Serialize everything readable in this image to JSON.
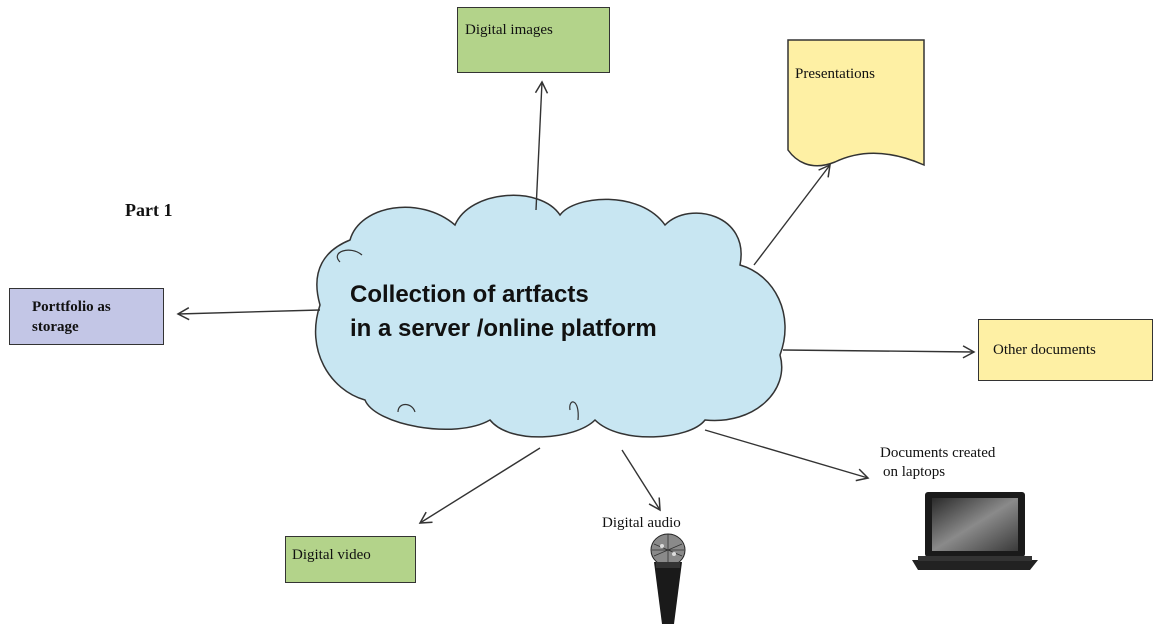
{
  "part_label": "Part 1",
  "center": {
    "line1": "Collection of artfacts",
    "line2": "in a server /online platform"
  },
  "nodes": {
    "digital_images": "Digital images",
    "presentations": "Presentations",
    "portfolio_line1": "Porttfolio as",
    "portfolio_line2": "storage",
    "other_documents": "Other documents",
    "laptop_line1": "Documents created",
    "laptop_line2": "on laptops",
    "digital_audio": "Digital audio",
    "digital_video": "Digital video"
  },
  "colors": {
    "cloud": "#c8e6f2",
    "green": "#b3d38a",
    "yellow": "#fef0a4",
    "lavender": "#c3c6e6"
  }
}
